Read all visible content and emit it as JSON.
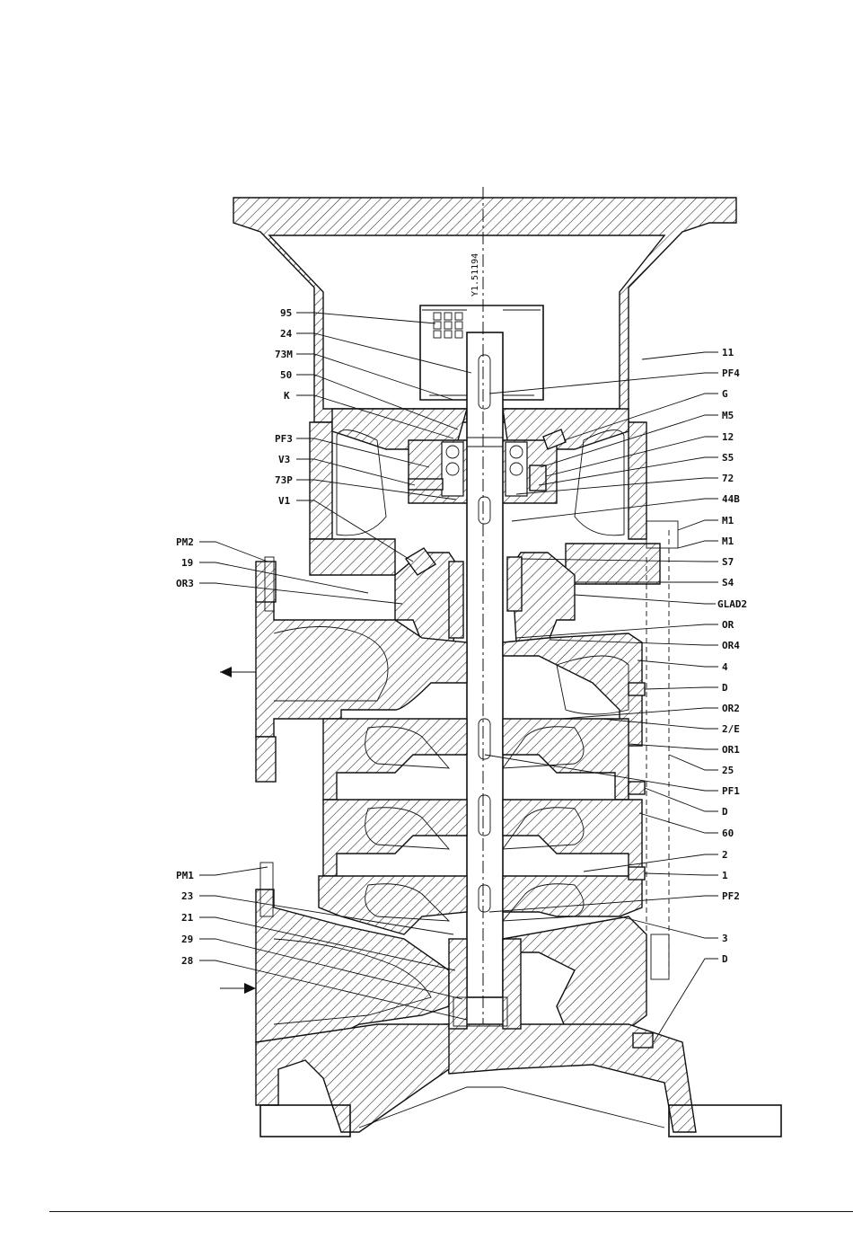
{
  "drawing": {
    "reference_code": "Y1.51194",
    "left_labels": [
      "95",
      "24",
      "73M",
      "50",
      "K",
      "PF3",
      "V3",
      "73P",
      "V1",
      "PM2",
      "19",
      "OR3",
      "PM1",
      "23",
      "21",
      "29",
      "28"
    ],
    "right_labels": [
      "11",
      "PF4",
      "G",
      "M5",
      "12",
      "S5",
      "72",
      "44B",
      "M1",
      "M1",
      "S7",
      "S4",
      "GLAD2",
      "OR",
      "OR4",
      "4",
      "D",
      "OR2",
      "2/E",
      "OR1",
      "25",
      "PF1",
      "D",
      "60",
      "2",
      "1",
      "PF2",
      "3",
      "D"
    ]
  }
}
